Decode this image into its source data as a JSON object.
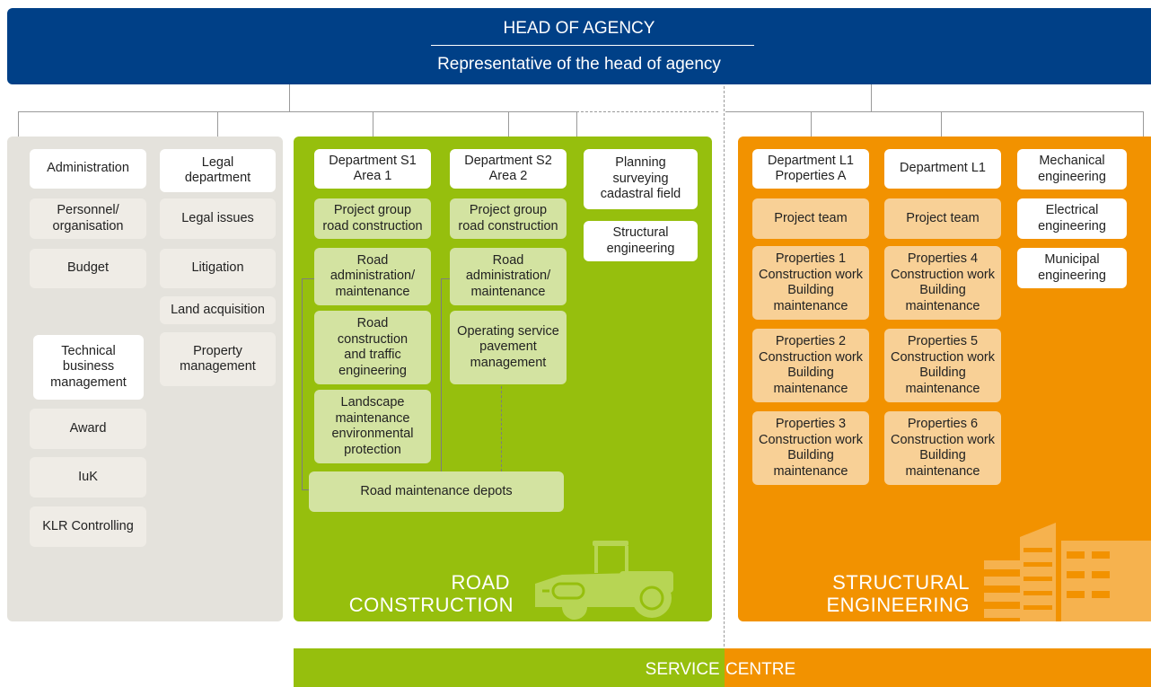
{
  "header": {
    "title": "HEAD OF AGENCY",
    "subtitle": "Representative of the head of agency"
  },
  "admin_column": {
    "items": [
      "Administration",
      "Personnel/\norganisation",
      "Budget",
      "Technical\nbusiness\nmanagement",
      "Award",
      "IuK",
      "KLR Controlling"
    ]
  },
  "legal_column": {
    "items": [
      "Legal\ndepartment",
      "Legal issues",
      "Litigation",
      "Land acquisition",
      "Property\nmanagement"
    ]
  },
  "road": {
    "label_line1": "ROAD",
    "label_line2": "CONSTRUCTION",
    "s1": {
      "title": "Department S1\nArea 1",
      "items": [
        "Project group\nroad construction",
        "Road\nadministration/\nmaintenance",
        "Road\nconstruction\nand traffic\nengineering",
        "Landscape\nmaintenance\nenvironmental\nprotection"
      ]
    },
    "s2": {
      "title": "Department S2\nArea 2",
      "items": [
        "Project group\nroad construction",
        "Road\nadministration/\nmaintenance",
        "Operating service\npavement\nmanagement"
      ]
    },
    "planning": "Planning\nsurveying\ncadastral field",
    "structural": "Structural\nengineering",
    "depots": "Road maintenance depots"
  },
  "structural": {
    "label_line1": "STRUCTURAL",
    "label_line2": "ENGINEERING",
    "l1a": {
      "title": "Department L1\nProperties A",
      "items": [
        "Project team",
        "Properties 1\nConstruction work\nBuilding\nmaintenance",
        "Properties 2\nConstruction work\nBuilding\nmaintenance",
        "Properties 3\nConstruction work\nBuilding\nmaintenance"
      ]
    },
    "l1b": {
      "title": "Department L1",
      "items": [
        "Project team",
        "Properties 4\nConstruction work\nBuilding\nmaintenance",
        "Properties 5\nConstruction work\nBuilding\nmaintenance",
        "Properties 6\nConstruction work\nBuilding\nmaintenance"
      ]
    },
    "eng": {
      "items": [
        "Mechanical\nengineering",
        "Electrical\nengineering",
        "Municipal\nengineering"
      ]
    }
  },
  "service_centre": {
    "part1": "SERVICE ",
    "part2": "CENTRE"
  },
  "colors": {
    "header_blue": "#004087",
    "admin_panel": "#e4e2dc",
    "road_green": "#96bf0d",
    "structural_orange": "#f29200"
  }
}
